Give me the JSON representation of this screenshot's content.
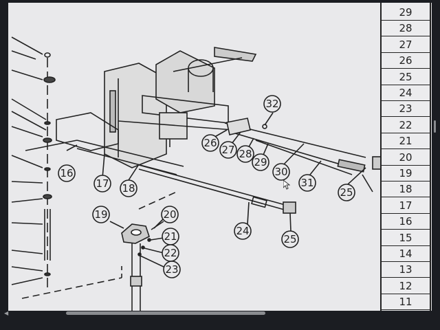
{
  "table": {
    "rows": [
      "29",
      "28",
      "27",
      "26",
      "25",
      "24",
      "23",
      "22",
      "21",
      "20",
      "19",
      "18",
      "17",
      "16",
      "15",
      "14",
      "13",
      "12",
      "11"
    ]
  },
  "callouts": {
    "c16": "16",
    "c17": "17",
    "c18": "18",
    "c19": "19",
    "c20": "20",
    "c21": "21",
    "c22": "22",
    "c23": "23",
    "c24": "24",
    "c25a": "25",
    "c25b": "25",
    "c26": "26",
    "c27": "27",
    "c28": "28",
    "c29": "29",
    "c30": "30",
    "c31": "31",
    "c32": "32"
  },
  "colors": {
    "ink": "#222222",
    "paper": "#e9e9eb",
    "bezel": "#1b1d22"
  }
}
